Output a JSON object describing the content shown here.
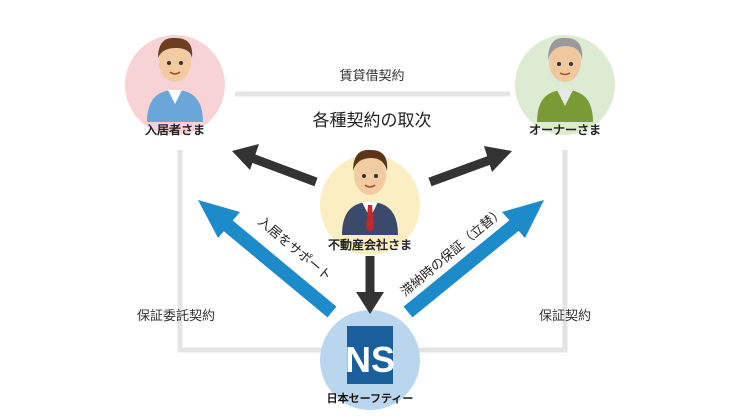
{
  "nodes": {
    "tenant": {
      "label": "入居者さま"
    },
    "owner": {
      "label": "オーナーさま"
    },
    "agent": {
      "label": "不動産会社さま"
    },
    "company": {
      "logo_text": "日本セーフティー"
    }
  },
  "labels": {
    "lease_contract": "賃貸借契約",
    "contract_mediation": "各種契約の取次",
    "residence_support": "入居をサポート",
    "arrears_guarantee": "滞納時の保証（立替）",
    "guarantee_consignment": "保証委託契約",
    "guarantee_contract": "保証契約"
  },
  "colors": {
    "tenant_circle": "#f7d3d5",
    "owner_circle": "#dcebd2",
    "agent_circle": "#fbeec3",
    "company_circle": "#b9d6ee",
    "blue_arrow": "#1d8ac9",
    "dark_arrow": "#333333",
    "frame_line": "#e4e4e4",
    "logo_blue": "#1a5e9c"
  }
}
